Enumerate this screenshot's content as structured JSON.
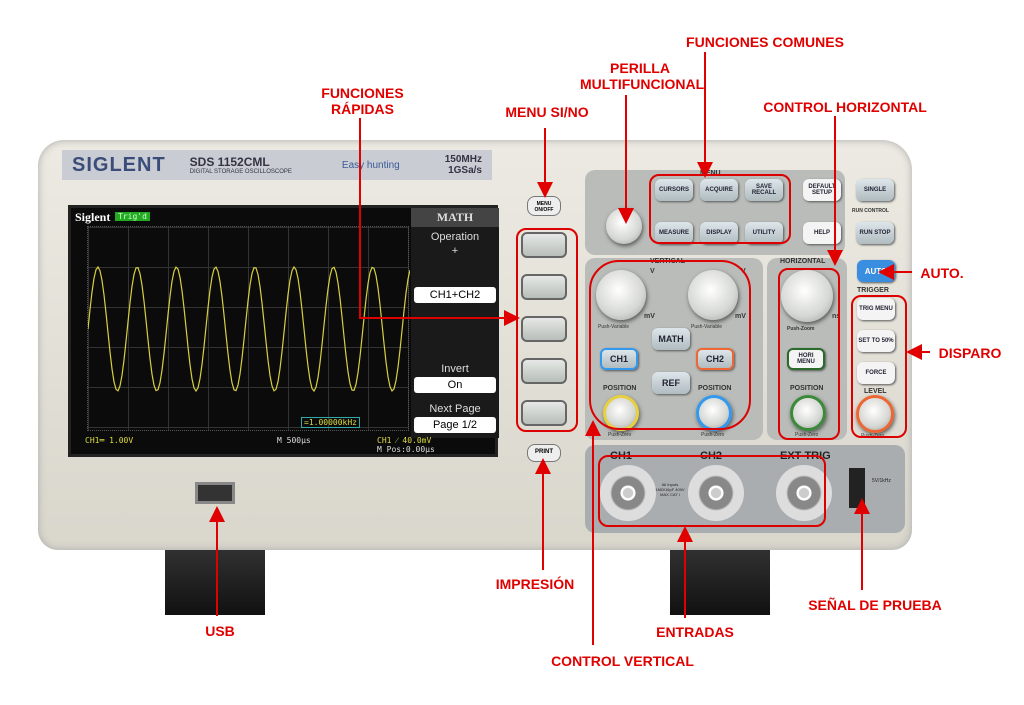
{
  "device": {
    "brand": "SIGLENT",
    "model": "SDS 1152CML",
    "subtitle": "DIGITAL STORAGE OSCILLOSCOPE",
    "feature": "Easy hunting",
    "bandwidth": "150MHz",
    "sample_rate": "1GSa/s"
  },
  "screen": {
    "logo": "Siglent",
    "trig_status": "Trig'd",
    "menu_title": "MATH",
    "op_label": "Operation",
    "op_value": "+",
    "source": "CH1+CH2",
    "invert_label": "Invert",
    "invert_value": "On",
    "next_label": "Next Page",
    "next_value": "Page 1/2",
    "freq": "=1.00000kHz",
    "ch1_scale": "CH1═ 1.00V",
    "timebase": "M 500μs",
    "trigger": "CH1 ⁄ 40.0mV",
    "mpos": "M Pos:0.00μs"
  },
  "buttons": {
    "menu_onoff": "MENU ON/OFF",
    "print": "PRINT",
    "cursors": "CURSORS",
    "acquire": "ACQUIRE",
    "save_recall": "SAVE RECALL",
    "measure": "MEASURE",
    "display": "DISPLAY",
    "utility": "UTILITY",
    "default_setup": "DEFAULT SETUP",
    "help": "HELP",
    "single": "SINGLE",
    "run_stop": "RUN STOP",
    "auto": "AUTO",
    "math": "MATH",
    "ch1": "CH1",
    "ch2": "CH2",
    "ref": "REF",
    "hori_menu": "HORI MENU",
    "trig_menu": "TRIG MENU",
    "set50": "SET TO 50%",
    "force": "FORCE"
  },
  "panel": {
    "menu": "MENU",
    "vertical": "VERTICAL",
    "horizontal": "HORIZONTAL",
    "trigger": "TRIGGER",
    "run_control": "RUN CONTROL",
    "position": "POSITION",
    "level": "LEVEL",
    "push_variable": "Push-Variable",
    "push_zoom": "Push-Zoom",
    "push_zero": "Push-Zero",
    "v": "V",
    "mv": "mV",
    "ns": "ns",
    "in_ch1": "CH1",
    "in_ch2": "CH2",
    "in_ext": "EXT TRIG",
    "warning": "All Inputs 1MΩ/16pF 400V MAX CAT I",
    "probe": "5V/1kHz"
  },
  "annotations": {
    "funciones_rapidas": "FUNCIONES RÁPIDAS",
    "menu_sino": "MENU SI/NO",
    "perilla": "PERILLA MULTIFUNCIONAL",
    "funciones_comunes": "FUNCIONES COMUNES",
    "control_horizontal": "CONTROL HORIZONTAL",
    "auto": "AUTO.",
    "disparo": "DISPARO",
    "senal": "SEÑAL DE PRUEBA",
    "entradas": "ENTRADAS",
    "control_vertical": "CONTROL VERTICAL",
    "impresion": "IMPRESIÓN",
    "usb": "USB"
  },
  "colors": {
    "annotation": "#e00000",
    "trace": "#d8d040"
  }
}
